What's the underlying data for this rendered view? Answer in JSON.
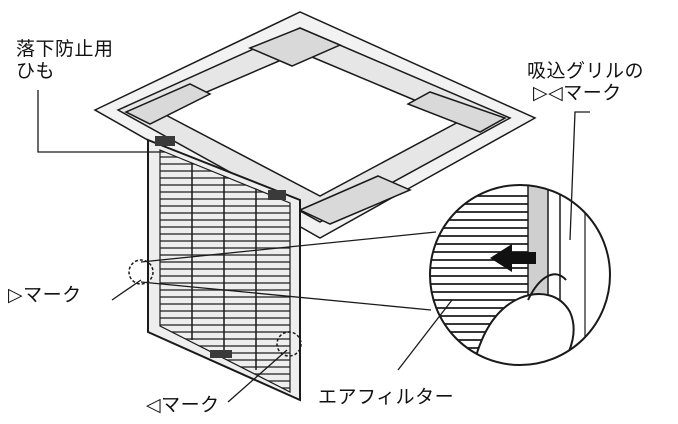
{
  "labels": {
    "strap_line1": "落下防止用",
    "strap_line2": "ひも",
    "grille_mark_line1": "吸込グリルの",
    "grille_mark_line2": "▷◁マーク",
    "mark_right": "▷マーク",
    "mark_left": "◁マーク",
    "air_filter": "エアフィルター"
  },
  "colors": {
    "line": "#1a1a1a",
    "panel_fill": "#f2f2f2",
    "dark_fill": "#3a3a3a",
    "arrow": "#111111"
  }
}
